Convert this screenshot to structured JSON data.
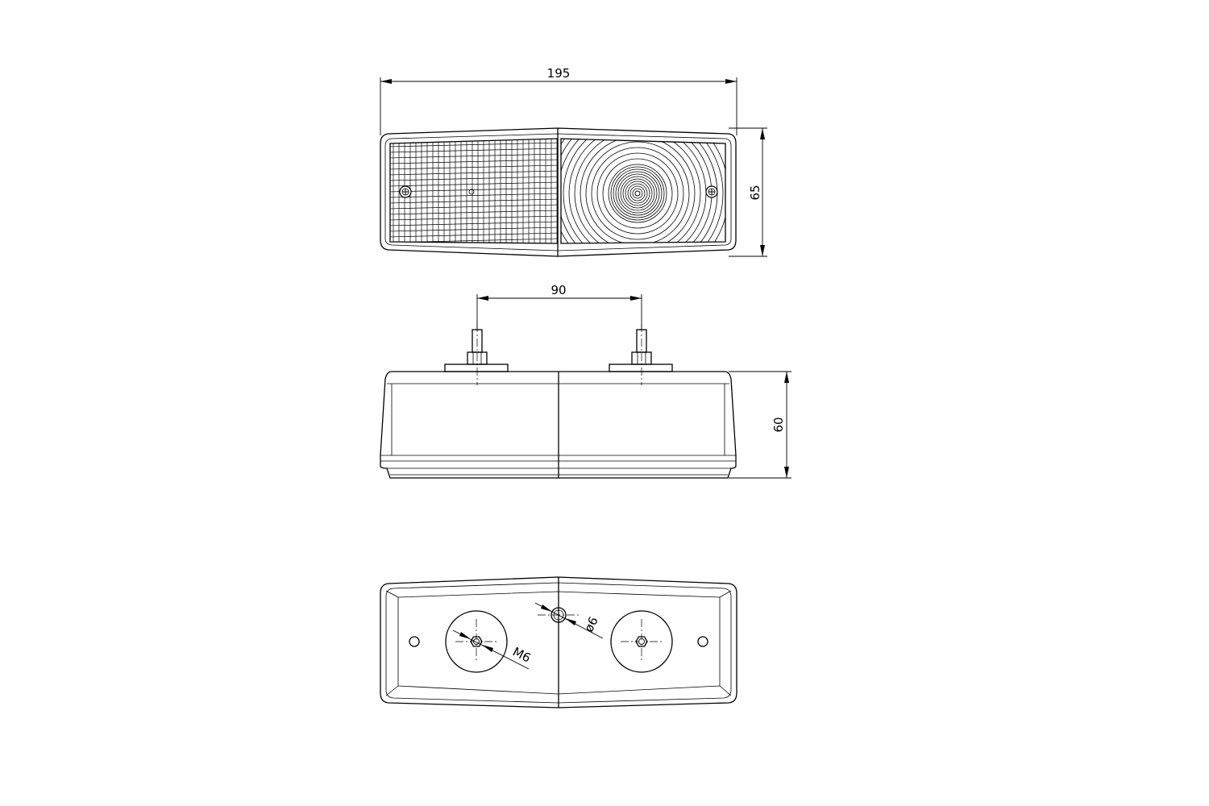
{
  "dimensions": {
    "overall_width": "195",
    "front_height": "65",
    "stud_spacing": "90",
    "side_height": "60",
    "stud_thread": "M6",
    "hole_diameter": "ø6"
  }
}
